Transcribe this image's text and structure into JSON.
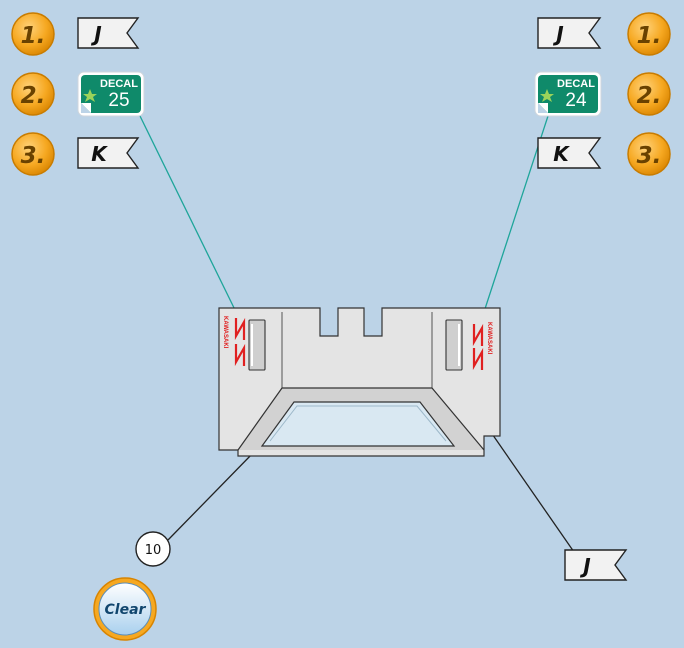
{
  "left_steps": [
    {
      "number": "1.",
      "kind": "flag",
      "label": "J"
    },
    {
      "number": "2.",
      "kind": "decal",
      "decal_word": "DECAL",
      "label": "25"
    },
    {
      "number": "3.",
      "kind": "flag",
      "label": "K"
    }
  ],
  "right_steps": [
    {
      "number": "1.",
      "kind": "flag",
      "label": "J"
    },
    {
      "number": "2.",
      "kind": "decal",
      "decal_word": "DECAL",
      "label": "24"
    },
    {
      "number": "3.",
      "kind": "flag",
      "label": "K"
    }
  ],
  "part_callout": {
    "number": "10"
  },
  "bottom_flag": {
    "label": "J"
  },
  "clear_button": {
    "label": "Clear"
  },
  "colors": {
    "background": "#bcd3e7",
    "step_badge": "#f6a821",
    "decal_green": "#0f8a6a",
    "leader_teal": "#1ea59a",
    "part_body": "#e4e4e4",
    "window_glass": "#d9e8f2",
    "logo_red": "#e02020"
  }
}
